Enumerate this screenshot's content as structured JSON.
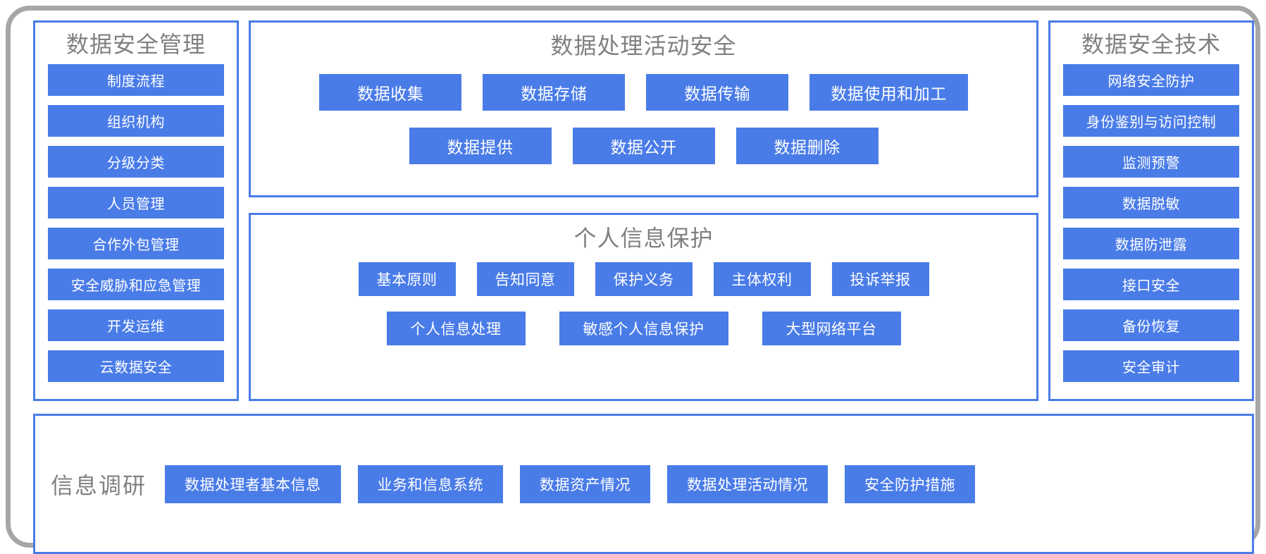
{
  "diagram": {
    "left_column": {
      "title": "数据安全管理",
      "items": [
        "制度流程",
        "组织机构",
        "分级分类",
        "人员管理",
        "合作外包管理",
        "安全威胁和应急管理",
        "开发运维",
        "云数据安全"
      ]
    },
    "center_top": {
      "title": "数据处理活动安全",
      "row1": [
        "数据收集",
        "数据存储",
        "数据传输",
        "数据使用和加工"
      ],
      "row2": [
        "数据提供",
        "数据公开",
        "数据删除"
      ]
    },
    "center_bottom": {
      "title": "个人信息保护",
      "row1": [
        "基本原则",
        "告知同意",
        "保护义务",
        "主体权利",
        "投诉举报"
      ],
      "row2": [
        "个人信息处理",
        "敏感个人信息保护",
        "大型网络平台"
      ]
    },
    "right_column": {
      "title": "数据安全技术",
      "items": [
        "网络安全防护",
        "身份鉴别与访问控制",
        "监测预警",
        "数据脱敏",
        "数据防泄露",
        "接口安全",
        "备份恢复",
        "安全审计"
      ]
    },
    "bottom_bar": {
      "label": "信息调研",
      "items": [
        "数据处理者基本信息",
        "业务和信息系统",
        "数据资产情况",
        "数据处理活动情况",
        "安全防护措施"
      ]
    },
    "colors": {
      "chip_fill": "#4a7ce8",
      "chip_text": "#ffffff",
      "panel_border": "#4a7ce8",
      "title_text": "#808080",
      "frame_border": "#a6a6a6",
      "background": "#ffffff"
    }
  }
}
